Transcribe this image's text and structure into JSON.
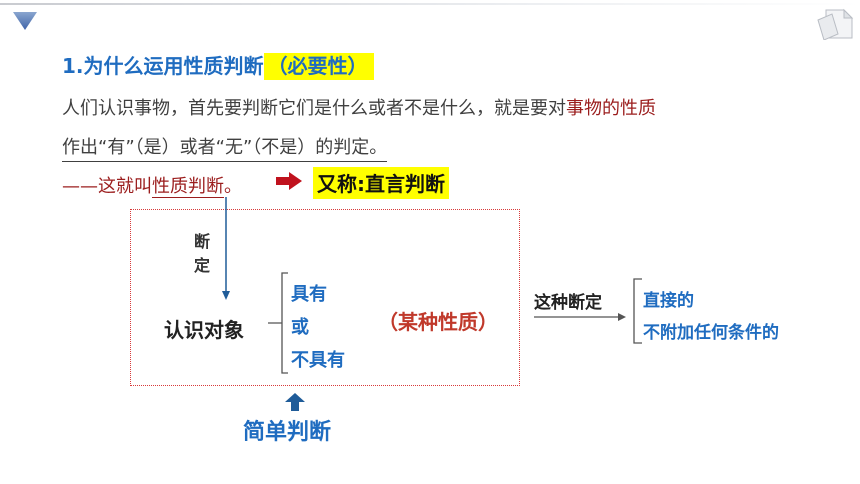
{
  "header": {
    "logo_icon": "triangle-down-icon",
    "page_icon": "folded-page-icon"
  },
  "title": {
    "main": "1.为什么运用性质判断",
    "highlight": "（必要性）"
  },
  "paragraph": {
    "line1_plain": "人们认识事物，首先要判断它们是什么或者不是什么，就是要对",
    "line1_red": "事物的性质",
    "line2": "作出“有”（是）或者“无”（不是）的判定。",
    "line3_prefix": "——这就叫",
    "line3_term": "性质判断",
    "line3_suffix": "。",
    "alias": "又称:直言判断"
  },
  "diagram": {
    "judge_chars": [
      "断",
      "定"
    ],
    "object": "认识对象",
    "options": [
      "具有",
      "或",
      "不具有"
    ],
    "property": "（某种性质）",
    "this_judgment": "这种断定",
    "features": [
      "直接的",
      "不附加任何条件的"
    ],
    "simple_judgment": "简单判断",
    "colors": {
      "blue": "#1f6cc0",
      "red": "#c0392b",
      "dark_red": "#9b1d1d",
      "highlight": "#ffff00"
    }
  }
}
